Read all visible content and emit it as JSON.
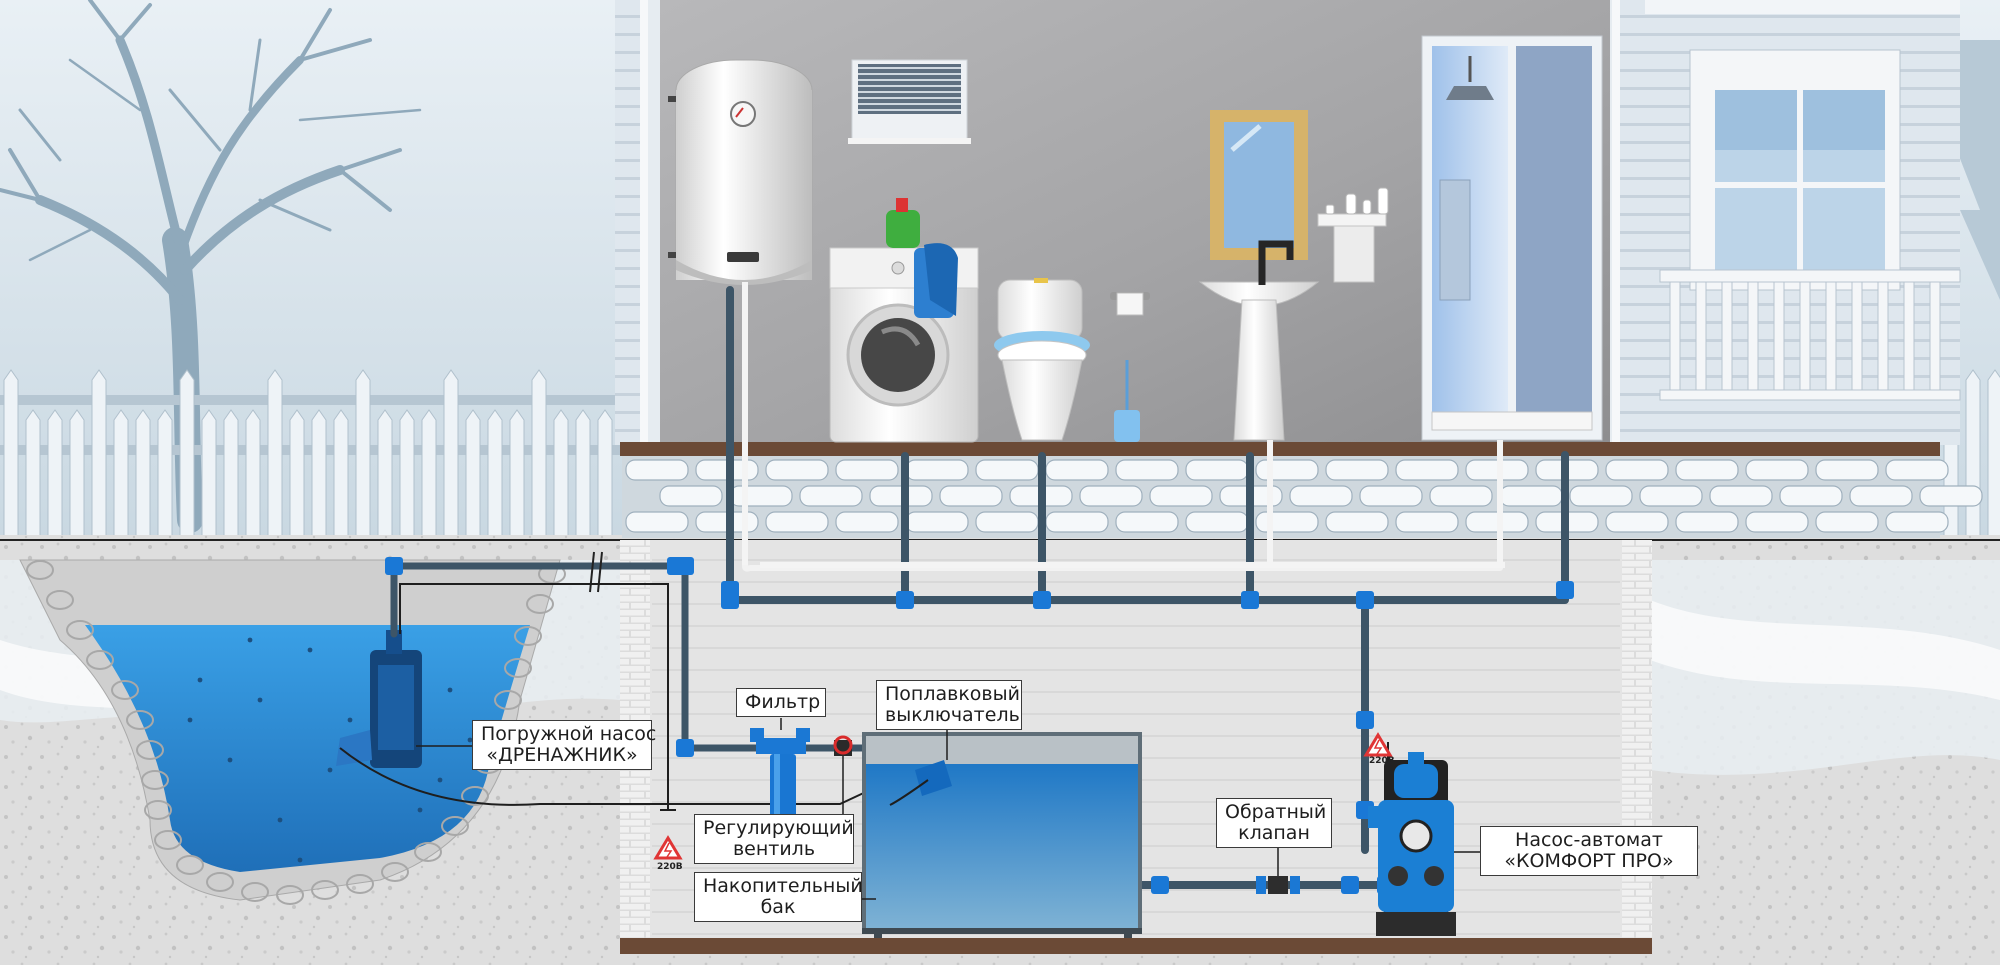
{
  "labels": {
    "drain_pump": [
      "Погружной насос",
      "«ДРЕНАЖНИК»"
    ],
    "filter": "Фильтр",
    "float_switch": [
      "Поплавковый",
      "выключатель"
    ],
    "regulating_valve": [
      "Регулирующий",
      "вентиль"
    ],
    "storage_tank": [
      "Накопительный",
      "бак"
    ],
    "check_valve": [
      "Обратный",
      "клапан"
    ],
    "auto_pump": [
      "Насос-автомат",
      "«КОМФОРТ ПРО»"
    ]
  },
  "voltage": "220В",
  "colors": {
    "sky": "#d4e1e9",
    "ground": "#d5d5d5",
    "water": "#2c8fd8",
    "pipe": "#3c5466",
    "pipe_fitting": "#1a78d6",
    "interior_wall": "#a6a6a8",
    "floor": "#6b4a36",
    "pump_blue": "#1b7fd4",
    "warning": "#e63838"
  }
}
